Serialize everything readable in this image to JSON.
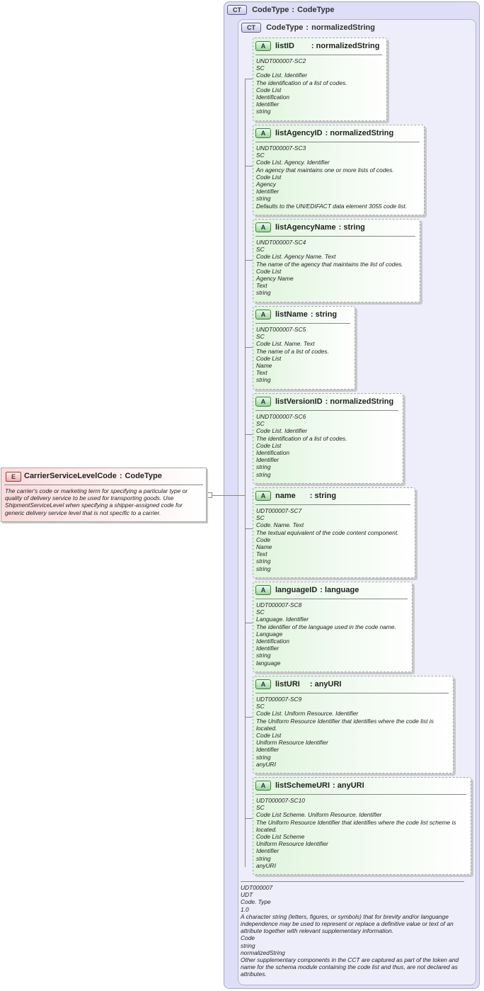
{
  "outer_type": {
    "badge": "CT",
    "name": "CodeType",
    "type": "CodeType"
  },
  "inner_type": {
    "badge": "CT",
    "name": "CodeType",
    "type": "normalizedString"
  },
  "element": {
    "badge": "E",
    "name": "CarrierServiceLevelCode",
    "type": "CodeType",
    "description": "The carrier's code or marketing term for specifying a particular type or quality of delivery service to be used for transporting goods.  Use ShipmentServiceLevel when specifying a shipper-assigned code for generic delivery service level that is not specific to a carrier."
  },
  "attributes": [
    {
      "badge": "A",
      "name": "listID",
      "type": "normalizedString",
      "lines": [
        "UNDT000007-SC2",
        "SC",
        "Code List. Identifier",
        "The identification of a list of codes.",
        "Code List",
        "Identification",
        "Identifier",
        "string"
      ]
    },
    {
      "badge": "A",
      "name": "listAgencyID",
      "type": "normalizedString",
      "lines": [
        "UNDT000007-SC3",
        "SC",
        "Code List. Agency. Identifier",
        "An agency that maintains one or more lists of codes.",
        "Code List",
        "Agency",
        "Identifier",
        "string",
        "Defaults to the UN/EDIFACT data element 3055 code list."
      ]
    },
    {
      "badge": "A",
      "name": "listAgencyName",
      "type": "string",
      "lines": [
        "UNDT000007-SC4",
        "SC",
        "Code List. Agency Name. Text",
        "The name of the agency that maintains the list of codes.",
        "Code List",
        "Agency Name",
        "Text",
        "string"
      ]
    },
    {
      "badge": "A",
      "name": "listName",
      "type": "string",
      "lines": [
        "UNDT000007-SC5",
        "SC",
        "Code List. Name. Text",
        "The name of a list of codes.",
        "Code List",
        "Name",
        "Text",
        "string"
      ]
    },
    {
      "badge": "A",
      "name": "listVersionID",
      "type": "normalizedString",
      "lines": [
        "UNDT000007-SC6",
        "SC",
        "Code List. Identifier",
        "The identification of a list of codes.",
        "Code List",
        "Identification",
        "Identifier",
        "string",
        "string"
      ]
    },
    {
      "badge": "A",
      "name": "name",
      "type": "string",
      "lines": [
        "UDT000007-SC7",
        "SC",
        "Code. Name. Text",
        "The textual equivalent of the code content component.",
        "Code",
        "Name",
        "Text",
        "string",
        "string"
      ]
    },
    {
      "badge": "A",
      "name": "languageID",
      "type": "language",
      "lines": [
        "UDT000007-SC8",
        "SC",
        "Language. Identifier",
        "The identifier of the language used in the code name.",
        "Language",
        "Identification",
        "Identifier",
        "string",
        "language"
      ]
    },
    {
      "badge": "A",
      "name": "listURI",
      "type": "anyURI",
      "lines": [
        "UDT000007-SC9",
        "SC",
        "Code List. Uniform Resource. Identifier",
        "The Uniform Resource Identifier that identifies where the code list is located.",
        "Code List",
        "Uniform Resource Identifier",
        "Identifier",
        "string",
        "anyURI"
      ]
    },
    {
      "badge": "A",
      "name": "listSchemeURI",
      "type": "anyURI",
      "lines": [
        "UDT000007-SC10",
        "SC",
        "Code List Scheme. Uniform Resource. Identifier",
        "The Uniform Resource Identifier that identifies where the code list scheme is located.",
        "Code List Scheme",
        "Uniform Resource Identifier",
        "Identifier",
        "string",
        "anyURI"
      ]
    }
  ],
  "footer_lines": [
    "UDT000007",
    "UDT",
    "Code. Type",
    "1.0",
    "A character string (letters, figures, or symbols) that for brevity and/or languange independence may be used to represent or replace a definitive value or text of an attribute together with relevant supplementary information.",
    "Code",
    "string",
    "normalizedString",
    "Other supplementary components in the CCT are captured as part of the token and name for the schema module containing the code list and thus, are not declared as attributes."
  ]
}
